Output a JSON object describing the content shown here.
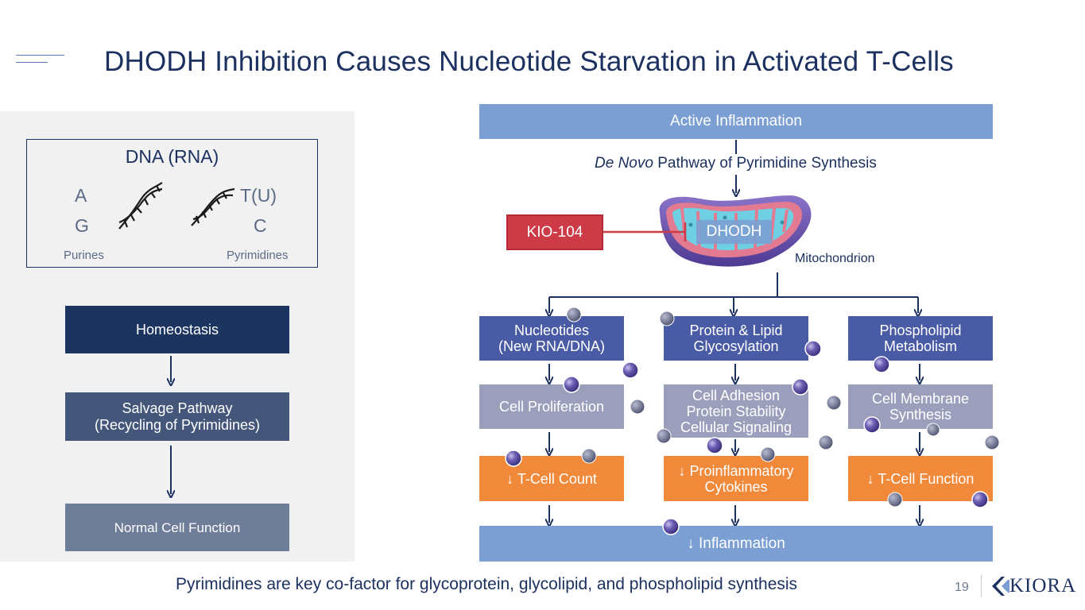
{
  "slide": {
    "title": "DHODH Inhibition Causes Nucleotide Starvation in Activated T-Cells",
    "footer": "Pyrimidines are key co-factor for glycoprotein, glycolipid, and phospholipid synthesis",
    "page_number": "19",
    "logo_text": "KIORA"
  },
  "dna": {
    "title": "DNA (RNA)",
    "purine_letters": [
      "A",
      "G"
    ],
    "pyrimidine_letters": [
      "T(U)",
      "C"
    ],
    "purines_label": "Purines",
    "pyrimidines_label": "Pyrimidines"
  },
  "left_flow": {
    "homeostasis": "Homeostasis",
    "salvage_line1": "Salvage Pathway",
    "salvage_line2": "(Recycling of Pyrimidines)",
    "normal": "Normal Cell Function"
  },
  "right_flow": {
    "active_inflammation": "Active Inflammation",
    "pathway_italic": "De Novo",
    "pathway_rest": " Pathway of Pyrimidine Synthesis",
    "kio": "KIO-104",
    "dhodh": "DHODH",
    "mitochondrion": "Mitochondrion",
    "columns": [
      {
        "top": [
          "Nucleotides",
          "(New RNA/DNA)"
        ],
        "middle": [
          "Cell Proliferation"
        ],
        "bottom": [
          "↓ T-Cell Count"
        ]
      },
      {
        "top": [
          "Protein & Lipid",
          "Glycosylation"
        ],
        "middle": [
          "Cell Adhesion",
          "Protein Stability",
          "Cellular Signaling"
        ],
        "bottom": [
          "↓ Proinflammatory",
          "Cytokines"
        ]
      },
      {
        "top": [
          "Phospholipid",
          "Metabolism"
        ],
        "middle": [
          "Cell Membrane",
          "Synthesis"
        ],
        "bottom": [
          "↓ T-Cell Function"
        ]
      }
    ],
    "inflammation": "↓ Inflammation"
  },
  "colors": {
    "navy": "#1c3160",
    "light_blue": "#7b9fd3",
    "indigo": "#4a5ba6",
    "grey_violet": "#9b9fbc",
    "orange": "#f0893a",
    "red": "#cd3b47"
  }
}
